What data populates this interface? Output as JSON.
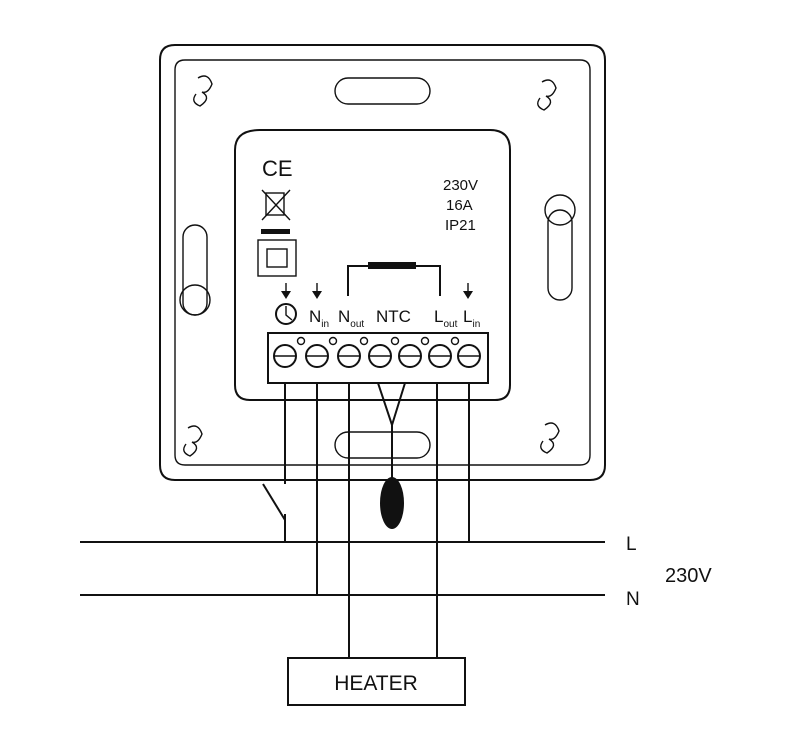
{
  "device": {
    "ratings": [
      "230V",
      "16A",
      "IP21"
    ],
    "marks": {
      "ce": "CE"
    },
    "terminals": {
      "clock": "clock",
      "n_in": {
        "main": "N",
        "sub": "in"
      },
      "n_out": {
        "main": "N",
        "sub": "out"
      },
      "ntc": "NTC",
      "l_out": {
        "main": "L",
        "sub": "out"
      },
      "l_in": {
        "main": "L",
        "sub": "in"
      }
    }
  },
  "mains": {
    "line_label": "L",
    "neutral_label": "N",
    "voltage": "230V"
  },
  "load": {
    "label": "HEATER"
  }
}
